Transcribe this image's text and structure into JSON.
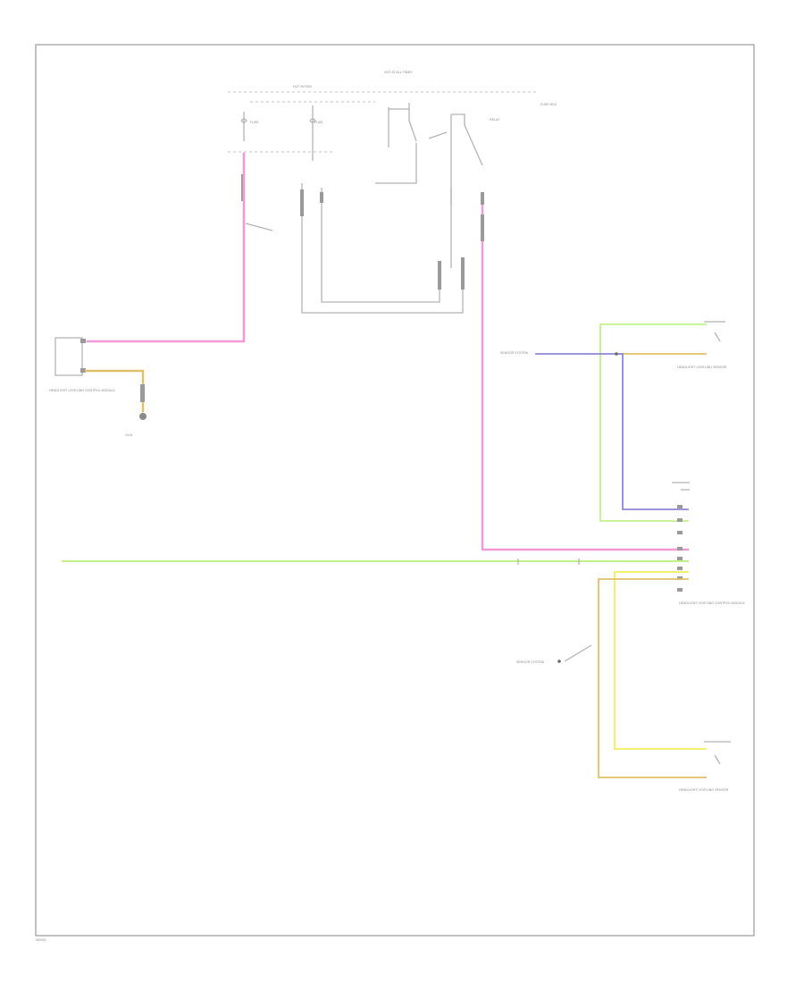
{
  "colors": {
    "pink": "#f39ad6",
    "green": "#b8f07a",
    "tan": "#e0c06a",
    "yellow": "#f2ee5a",
    "blue": "#8c86d8",
    "gray": "#b4b4b4",
    "frame": "#9a9a9a"
  },
  "labels": {
    "hot_at_all_times": "HOT AT ALL TIMES",
    "hot_in_run": "HOT IN RUN",
    "fuse_a": "FUSE",
    "fuse_b": "FUSE",
    "fuse_box": "FUSE BOX",
    "relay": "RELAY",
    "left_component": "HEADLIGHT LEVELING CONTROL MODULE",
    "ground": "G101",
    "sensor_system_top": "SENSOR SYSTEM",
    "right_top_component": "HEADLIGHT LEVELING SENSOR",
    "center_component": "HEADLIGHT LEVELING CONTROL MODULE",
    "sensor_system_bottom": "SENSOR SYSTEM",
    "right_bottom_component": "HEADLIGHT LEVELING SENSOR",
    "footer": "W0000"
  }
}
